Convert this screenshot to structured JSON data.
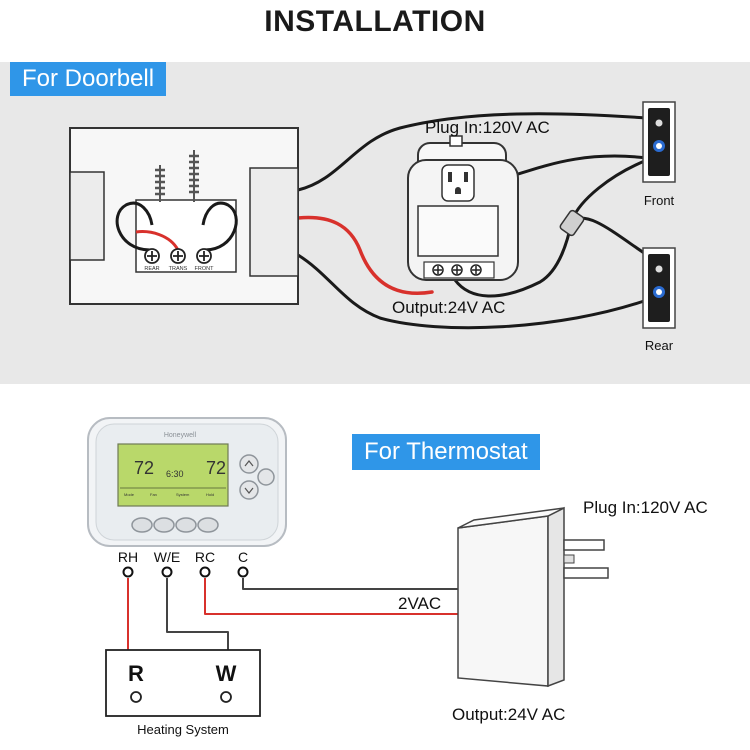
{
  "title": "INSTALLATION",
  "doorbell": {
    "badge": "For Doorbell",
    "plug_in_label": "Plug In:120V AC",
    "output_label": "Output:24V AC",
    "front_label": "Front",
    "rear_label": "Rear",
    "terminals": [
      "REAR",
      "TRANS",
      "FRONT"
    ]
  },
  "thermostat": {
    "badge": "For Thermostat",
    "brand": "Honeywell",
    "display_temp_left": "72",
    "display_temp_right": "72",
    "display_time": "6:30",
    "display_row1": [
      "Mode",
      "Fan",
      "System",
      "Hold"
    ],
    "terminals": [
      "RH",
      "W/E",
      "RC",
      "C"
    ],
    "plug_in_label": "Plug In:120V AC",
    "voltage_label": "2VAC",
    "output_label": "Output:24V AC",
    "heating": {
      "r_label": "R",
      "w_label": "W",
      "name": "Heating System"
    }
  },
  "colors": {
    "badge": "#2f96e8",
    "wire_red": "#d8312c",
    "wire_black": "#1a1a1a",
    "panel_bg": "#e8e8e8",
    "lcd": "#b9d86a"
  }
}
